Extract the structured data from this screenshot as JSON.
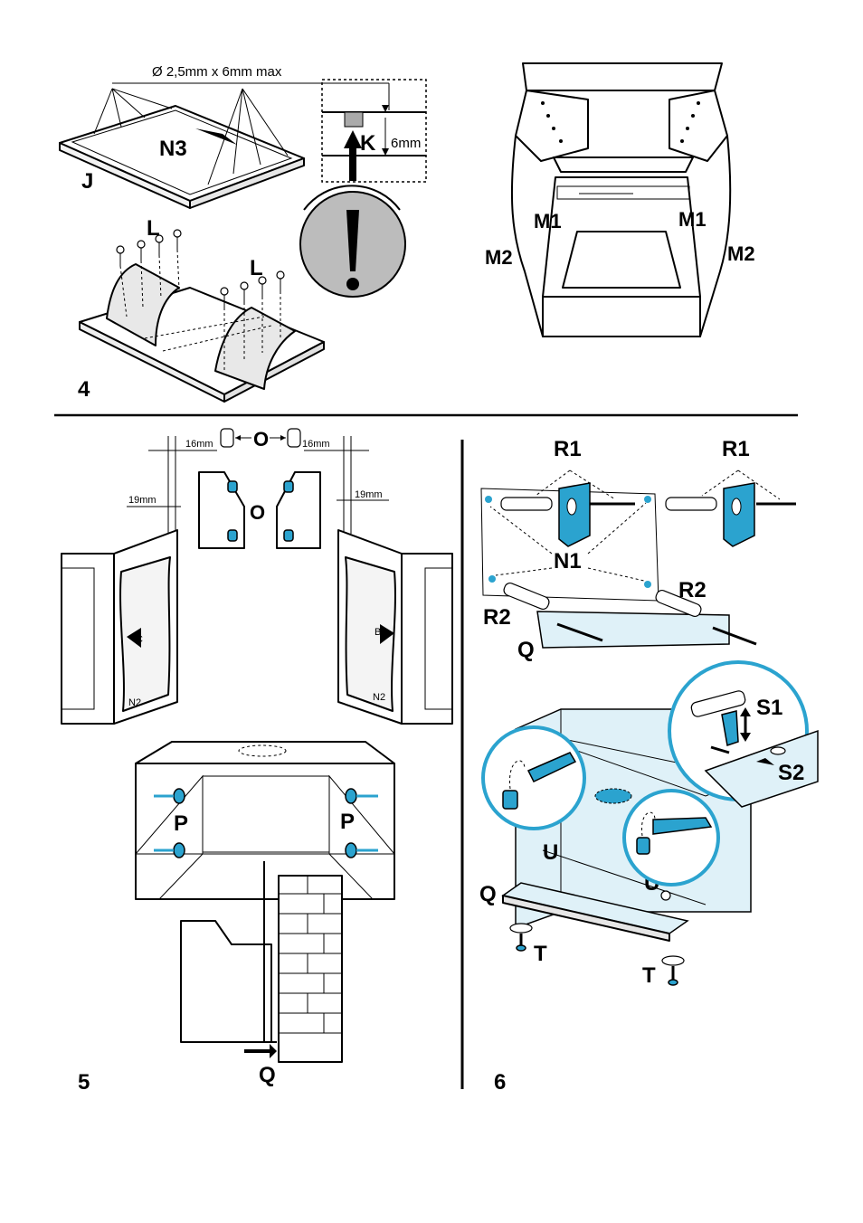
{
  "labels": {
    "dim_hole": "Ø 2,5mm x 6mm max",
    "dim_6mm": "6mm",
    "N3": "N3",
    "J": "J",
    "L1": "L",
    "L2": "L",
    "K": "K",
    "M1_left": "M1",
    "M1_right": "M1",
    "M2_left": "M2",
    "M2_right": "M2",
    "fig4": "4",
    "O_top": "O",
    "O_mid": "O",
    "dim_16_left": "16mm",
    "dim_16_right": "16mm",
    "dim_19_left": "19mm",
    "dim_19_right": "19mm",
    "C": "C",
    "B": "B",
    "N2_left": "N2",
    "N2_right": "N2",
    "P_left": "P",
    "P_right": "P",
    "Q_fig5": "Q",
    "fig5": "5",
    "R1_left": "R1",
    "R1_right": "R1",
    "N1": "N1",
    "R2_left": "R2",
    "R2_right": "R2",
    "Q_fig6a": "Q",
    "S1": "S1",
    "S2": "S2",
    "U_left": "U",
    "U_right": "U",
    "Q_fig6b": "Q",
    "T_left": "T",
    "T_right": "T",
    "fig6": "6"
  },
  "colors": {
    "accent_blue": "#2ba3cf",
    "light_blue": "#dff1f8",
    "warning_gray": "#bcbcbc"
  },
  "icons": {
    "warning": "exclamation-warning-icon"
  }
}
